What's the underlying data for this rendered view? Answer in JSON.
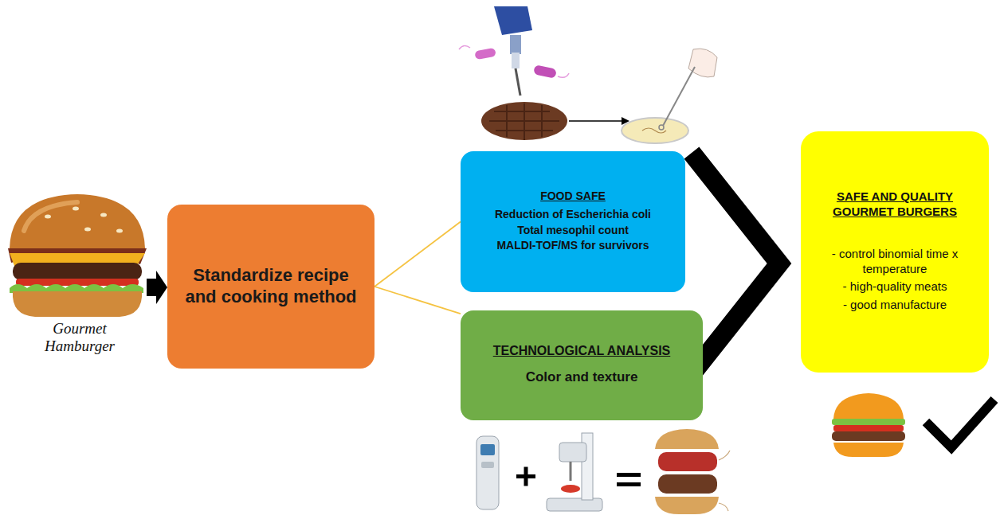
{
  "diagram": {
    "nodes": [
      {
        "text": [
          "Standardize recipe and cooking method"
        ]
      },
      {
        "text": [
          "FOOD SAFE",
          "Reduction of Escherichia coli",
          "Total mesophil count",
          "MALDI-TOF/MS for survivors"
        ]
      },
      {
        "text": [
          "TECHNOLOGICAL ANALYSIS",
          "Color and texture"
        ]
      },
      {
        "text": [
          "SAFE AND QUALITY GOURMET BURGERS",
          "- control binomial time x temperature",
          "- high-quality meats",
          "- good manufacture"
        ]
      }
    ],
    "edges": [
      {
        "from": 0,
        "to": 1,
        "arrow": "none"
      },
      {
        "from": 0,
        "to": 2,
        "arrow": "none"
      }
    ],
    "labels": [
      "Gourmet Hamburger"
    ]
  }
}
